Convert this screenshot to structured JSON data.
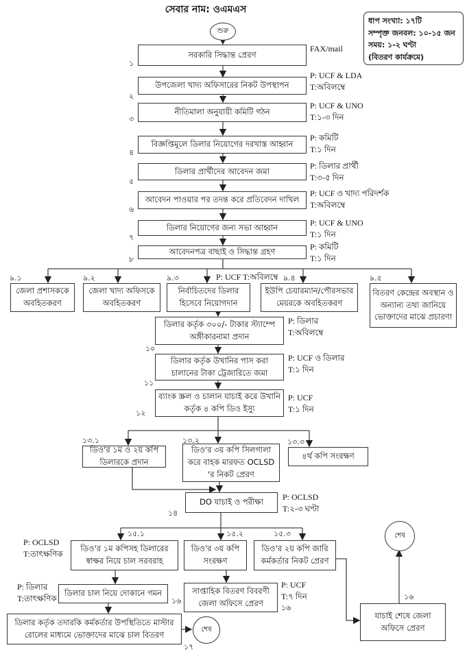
{
  "title": "সেবার নাম: ওএমএস",
  "info": {
    "steps": "ধাপ সংখ্যা: ১৭টি",
    "manpower": "সম্পৃক্ত জনবল: ১০-১৫ জন",
    "time": "সময়: ১-২ ঘণ্টা",
    "note": "(বিতরণ কার্যক্রমে)"
  },
  "start": "শুরু",
  "end": "শেষ",
  "steps": {
    "s1": {
      "num": "১",
      "text": "সরকারি সিদ্ধান্ত প্রেরণ",
      "p": "FAX/mail",
      "t": ""
    },
    "s2": {
      "num": "২",
      "text": "উপজেলা খাদ্য অফিসারের নিকট উপস্থাপন",
      "p": "P: UCF & LDA",
      "t": "T:অবিলম্বে"
    },
    "s3": {
      "num": "৩",
      "text": "নীতিমালা অনুযায়ী কমিটি গঠন",
      "p": "P: UCF & UNO",
      "t": "T:১-৩ দিন"
    },
    "s4": {
      "num": "৪",
      "text": "বিজ্ঞপ্তিমূলে ডিলার নিয়োগের দরখাস্ত আহ্বান",
      "p": "P: কমিটি",
      "t": "T:১ দিন"
    },
    "s5": {
      "num": "৫",
      "text": "ডিলার প্রার্থীদের আবেদন জমা",
      "p": "P: ডিলার প্রার্থী",
      "t": "T:৩-৫ দিন"
    },
    "s6": {
      "num": "৬",
      "text": "আবেদন পাওয়ার পর তদন্ত করে প্রতিবেদন দাখিল",
      "p": "P: UCF ও খাদ্য পরিদর্শক",
      "t": "T:অবিলম্বে"
    },
    "s7": {
      "num": "৭",
      "text": "ডিলার নিয়োগের জন্য সভা আহ্বান",
      "p": "P: UCF & UNO",
      "t": "T:১ দিন"
    },
    "s8": {
      "num": "৮",
      "text": "আবেদনপত্র বাছাই ও সিদ্ধান্ত গ্রহণ",
      "p": "P: কমিটি",
      "t": "T:১ দিন"
    },
    "s9_note": "P: UCF T:অবিলম্বে",
    "s9_1": {
      "num": "৯.১",
      "text": "জেলা প্রশাসককে অবহিতকরণ"
    },
    "s9_2": {
      "num": "৯.২",
      "text": "জেলা খাদ্য অফিসকে অবহিতকরণ"
    },
    "s9_3": {
      "num": "৯.৩",
      "text": "নির্বাচিতদের ডিলার হিসেবে নিয়োগদান"
    },
    "s9_4": {
      "num": "৯.৪",
      "text": "ইউপি চেয়ারম্যান/পৌরসভার মেয়রকে অবহিতকরণ"
    },
    "s9_5": {
      "num": "৯.৫",
      "text": "বিতরণ কেন্দ্রের অবস্থান ও অন্যান্য তথ্য জানিয়ে ভোক্তাদের মাঝে প্রচারণা"
    },
    "s10": {
      "num": "১০",
      "text": "ডিলার কর্তৃক ৩০০/- টাকার স্ট্যাম্পে অঙ্গীকারনামা প্রদান",
      "p": "P: ডিলার",
      "t": "T:অবিলম্বে"
    },
    "s11": {
      "num": "১১",
      "text": "ডিলার কর্তৃক উখানির পাস করা চালানের টাকা ট্রেজারিতে জমা",
      "p": "P: UCF ও ডিলার",
      "t": "T:১ দিন"
    },
    "s12": {
      "num": "১২",
      "text": "ব্যাংক স্ক্রল ও চালান যাচাই করে উখানি কর্তৃক ৪ কপি ডিও ইস্যু",
      "p": "P: UCF",
      "t": "T:১ দিন"
    },
    "s13_1": {
      "num": "১৩.১",
      "text": "ডিও'র ১ম ও ২য় কপি ডিলারকে প্রদান"
    },
    "s13_2": {
      "num": "১৩.২",
      "text": "ডিও'র ৩য় কপি সিলগালা করে বাহক মারফত OCLSD 'র নিকট প্রেরণ"
    },
    "s13_3": {
      "num": "১৩.৩",
      "text": "৪র্থ কপি সংরক্ষণ"
    },
    "s14": {
      "num": "১৪",
      "text": "DO যাচাই ও পরীক্ষা",
      "p": "P: OCLSD",
      "t": "T:২-৩ ঘণ্টা"
    },
    "s15_1": {
      "num": "১৫.১",
      "text": "ডিও'র ১ম কপিসহ ডিলারের স্বাক্ষর নিয়ে চাল সরবরাহ",
      "p": "P: OCLSD",
      "t": "T:তাৎক্ষণিক"
    },
    "s15_2": {
      "num": "১৫.২",
      "text": "ডিও'র ৩য় কপি সংরক্ষণ"
    },
    "s15_3": {
      "num": "১৫.৩",
      "text": "ডিও'র ২য় কপি জারি কর্মকর্তার নিকট প্রেরণ"
    },
    "s16a": {
      "num": "১৬",
      "text": "ডিলার চাল নিয়ে দোকানে গমন",
      "p": "P: ডিলার",
      "t": "T:তাৎক্ষণিক"
    },
    "s16b": {
      "num": "১৬",
      "text": "সাপ্তাহিক বিতরণ বিবরণী জেলা অফিসে প্রেরণ",
      "p": "P: UCF",
      "t": "T:৭ দিন"
    },
    "s16c": {
      "num": "১৬",
      "text": "যাচাই শেষে জেলা অফিসে প্রেরণ"
    },
    "s17": {
      "num": "১৭",
      "text": "ডিলার কর্তৃক তদারকি কর্মকর্তার উপস্থিতিতে মাস্টার রোলের মাধ্যমে ভোক্তাদের মাঝে চাল বিতরণ"
    }
  }
}
